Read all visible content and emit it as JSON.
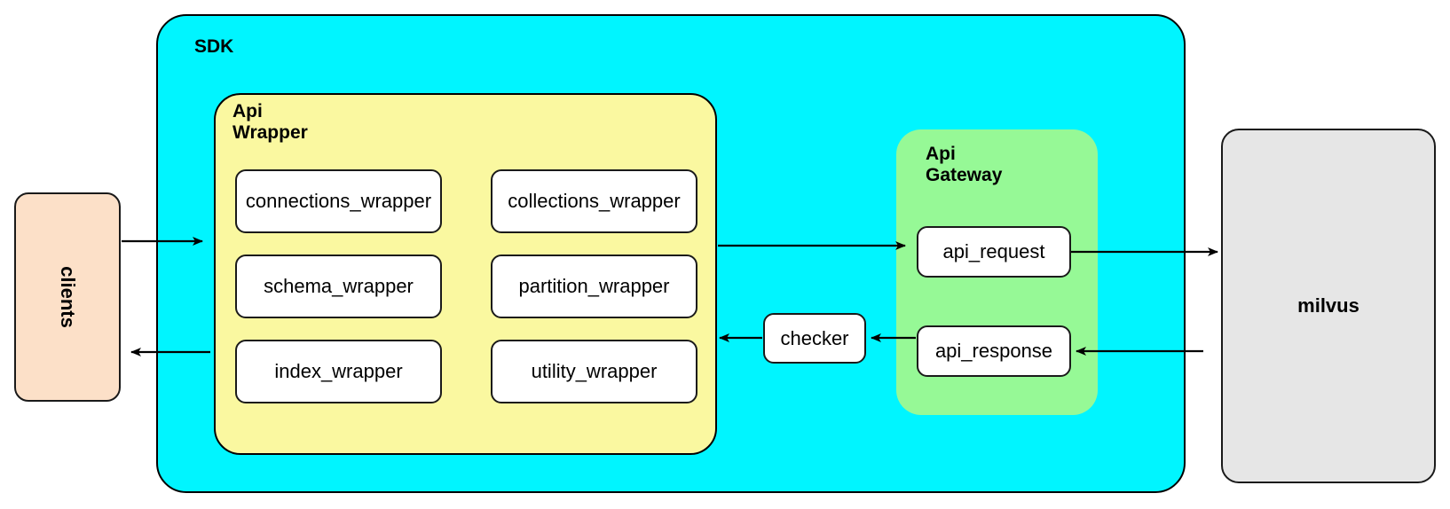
{
  "diagram": {
    "title_sdk": "SDK",
    "containers": {
      "sdk": {
        "label": "SDK",
        "color": "#00f5ff"
      },
      "api_wrapper": {
        "label": "Api\nWrapper",
        "color": "#faf8a0"
      },
      "api_gateway": {
        "label": "Api\nGateway",
        "color": "#96f996"
      }
    },
    "nodes": {
      "clients": {
        "label": "clients",
        "color": "#fce0c8"
      },
      "milvus": {
        "label": "milvus",
        "color": "#e6e6e6"
      },
      "checker": {
        "label": "checker",
        "color": "#ffffff"
      }
    },
    "api_wrapper_modules": [
      {
        "label": "connections_wrapper"
      },
      {
        "label": "collections_wrapper"
      },
      {
        "label": "schema_wrapper"
      },
      {
        "label": "partition_wrapper"
      },
      {
        "label": "index_wrapper"
      },
      {
        "label": "utility_wrapper"
      }
    ],
    "api_gateway_modules": [
      {
        "label": "api_request"
      },
      {
        "label": "api_response"
      }
    ],
    "edges": [
      {
        "from": "clients",
        "to": "api_wrapper",
        "direction": "right"
      },
      {
        "from": "api_wrapper",
        "to": "api_gateway",
        "direction": "right"
      },
      {
        "from": "api_request",
        "to": "milvus",
        "direction": "right"
      },
      {
        "from": "milvus",
        "to": "api_response",
        "direction": "left"
      },
      {
        "from": "api_response",
        "to": "checker",
        "direction": "left"
      },
      {
        "from": "checker",
        "to": "api_wrapper",
        "direction": "left"
      },
      {
        "from": "api_wrapper",
        "to": "clients",
        "direction": "left"
      }
    ],
    "colors": {
      "stroke": "#000000",
      "background": "#ffffff"
    }
  }
}
